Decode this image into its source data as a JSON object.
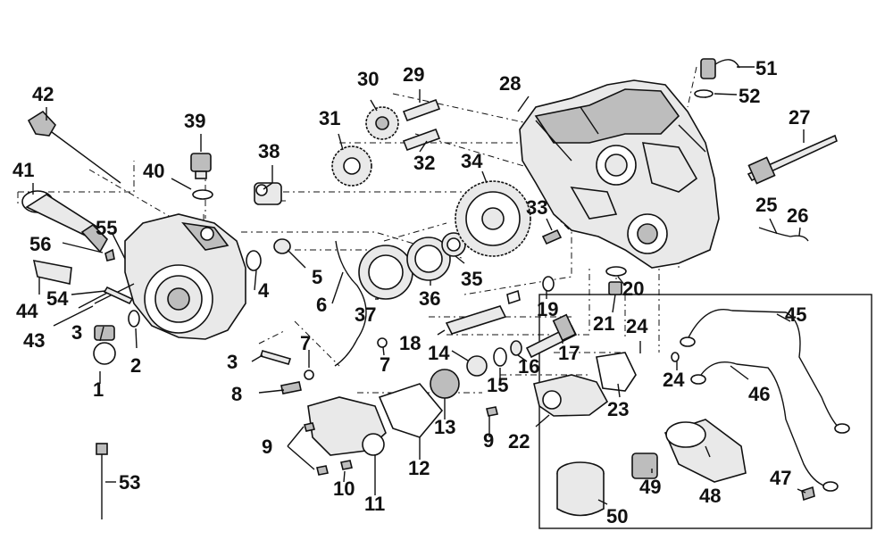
{
  "callouts": [
    {
      "id": "1",
      "text": "1"
    },
    {
      "id": "2",
      "text": "2"
    },
    {
      "id": "3a",
      "text": "3"
    },
    {
      "id": "3b",
      "text": "3"
    },
    {
      "id": "4",
      "text": "4"
    },
    {
      "id": "5",
      "text": "5"
    },
    {
      "id": "6",
      "text": "6"
    },
    {
      "id": "7a",
      "text": "7"
    },
    {
      "id": "7b",
      "text": "7"
    },
    {
      "id": "8",
      "text": "8"
    },
    {
      "id": "9a",
      "text": "9"
    },
    {
      "id": "9b",
      "text": "9"
    },
    {
      "id": "10",
      "text": "10"
    },
    {
      "id": "11",
      "text": "11"
    },
    {
      "id": "12",
      "text": "12"
    },
    {
      "id": "13",
      "text": "13"
    },
    {
      "id": "14",
      "text": "14"
    },
    {
      "id": "15",
      "text": "15"
    },
    {
      "id": "16",
      "text": "16"
    },
    {
      "id": "17",
      "text": "17"
    },
    {
      "id": "18",
      "text": "18"
    },
    {
      "id": "19",
      "text": "19"
    },
    {
      "id": "20",
      "text": "20"
    },
    {
      "id": "21",
      "text": "21"
    },
    {
      "id": "22",
      "text": "22"
    },
    {
      "id": "23",
      "text": "23"
    },
    {
      "id": "24a",
      "text": "24"
    },
    {
      "id": "24b",
      "text": "24"
    },
    {
      "id": "25",
      "text": "25"
    },
    {
      "id": "26",
      "text": "26"
    },
    {
      "id": "27",
      "text": "27"
    },
    {
      "id": "28",
      "text": "28"
    },
    {
      "id": "29",
      "text": "29"
    },
    {
      "id": "30",
      "text": "30"
    },
    {
      "id": "31",
      "text": "31"
    },
    {
      "id": "32",
      "text": "32"
    },
    {
      "id": "33",
      "text": "33"
    },
    {
      "id": "34",
      "text": "34"
    },
    {
      "id": "35",
      "text": "35"
    },
    {
      "id": "36",
      "text": "36"
    },
    {
      "id": "37",
      "text": "37"
    },
    {
      "id": "38",
      "text": "38"
    },
    {
      "id": "39",
      "text": "39"
    },
    {
      "id": "40",
      "text": "40"
    },
    {
      "id": "41",
      "text": "41"
    },
    {
      "id": "42",
      "text": "42"
    },
    {
      "id": "43",
      "text": "43"
    },
    {
      "id": "44",
      "text": "44"
    },
    {
      "id": "45",
      "text": "45"
    },
    {
      "id": "46",
      "text": "46"
    },
    {
      "id": "47",
      "text": "47"
    },
    {
      "id": "48",
      "text": "48"
    },
    {
      "id": "49",
      "text": "49"
    },
    {
      "id": "50",
      "text": "50"
    },
    {
      "id": "51",
      "text": "51"
    },
    {
      "id": "52",
      "text": "52"
    },
    {
      "id": "53",
      "text": "53"
    },
    {
      "id": "54",
      "text": "54"
    },
    {
      "id": "55",
      "text": "55"
    },
    {
      "id": "56",
      "text": "56"
    }
  ]
}
